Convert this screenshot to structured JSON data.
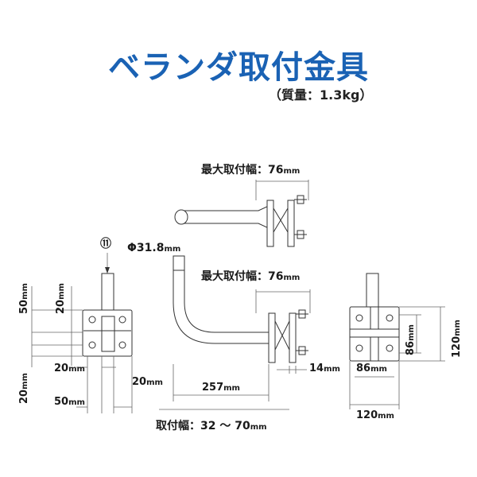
{
  "title": "ベランダ取付金具",
  "weight": "（質量：1.3kg）",
  "labels": {
    "max_width_top": "最大取付幅：76",
    "max_width_mid": "最大取付幅：76",
    "pipe_diameter": "Φ31.8",
    "part_number": "⑪",
    "mount_width": "取付幅：32 〜 70"
  },
  "dimensions": {
    "left_50_v": "50",
    "left_20_v": "20",
    "left_20_v2": "20",
    "left_20_h": "20",
    "left_50_h": "50",
    "mid_20": "20",
    "mid_257": "257",
    "mid_14": "14",
    "right_86_w": "86",
    "right_86_h": "86",
    "right_120_h": "120",
    "right_120_w": "120"
  },
  "unit": "mm"
}
